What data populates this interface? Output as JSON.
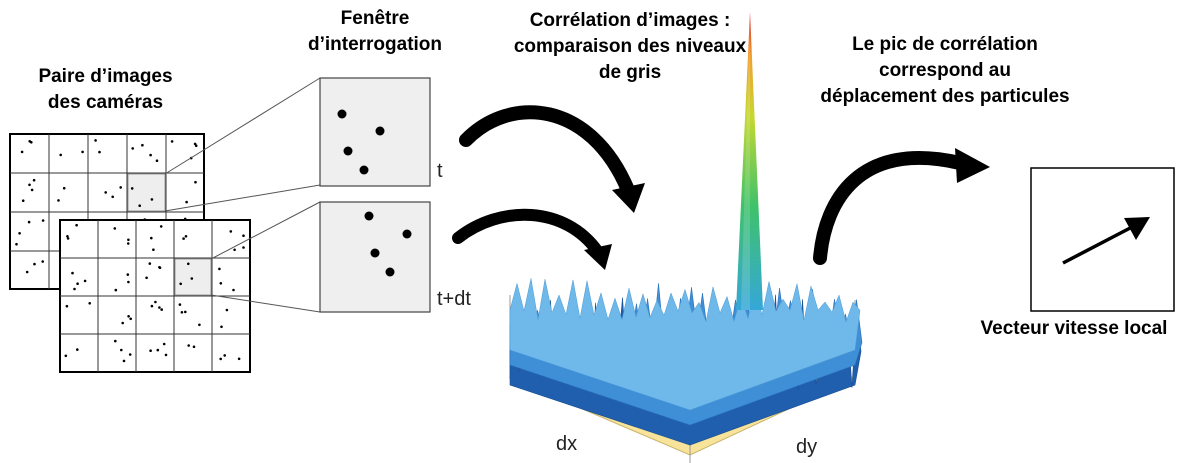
{
  "labels": {
    "camera_pair": [
      "Paire d’images",
      "des caméras"
    ],
    "interrogation_window": [
      "Fenêtre",
      "d’interrogation"
    ],
    "correlation": [
      "Corrélation d’images :",
      "comparaison des niveaux",
      "de gris"
    ],
    "peak": [
      "Le pic de corrélation",
      "correspond au",
      "déplacement des particules"
    ],
    "vector": "Vecteur vitesse local"
  },
  "time_labels": {
    "t": "t",
    "t_dt": "t+dt"
  },
  "axis_labels": {
    "dx": "dx",
    "dy": "dy"
  },
  "colors": {
    "grid_frame": "#000000",
    "highlight_cell": "#eeeeee",
    "window_fill": "#efefef",
    "surface_blue": "#3f8fd6",
    "surface_dark": "#1f5fae",
    "floor_yellow": "#f7e39a",
    "peak_red": "#d62020",
    "arrow": "#000000"
  }
}
